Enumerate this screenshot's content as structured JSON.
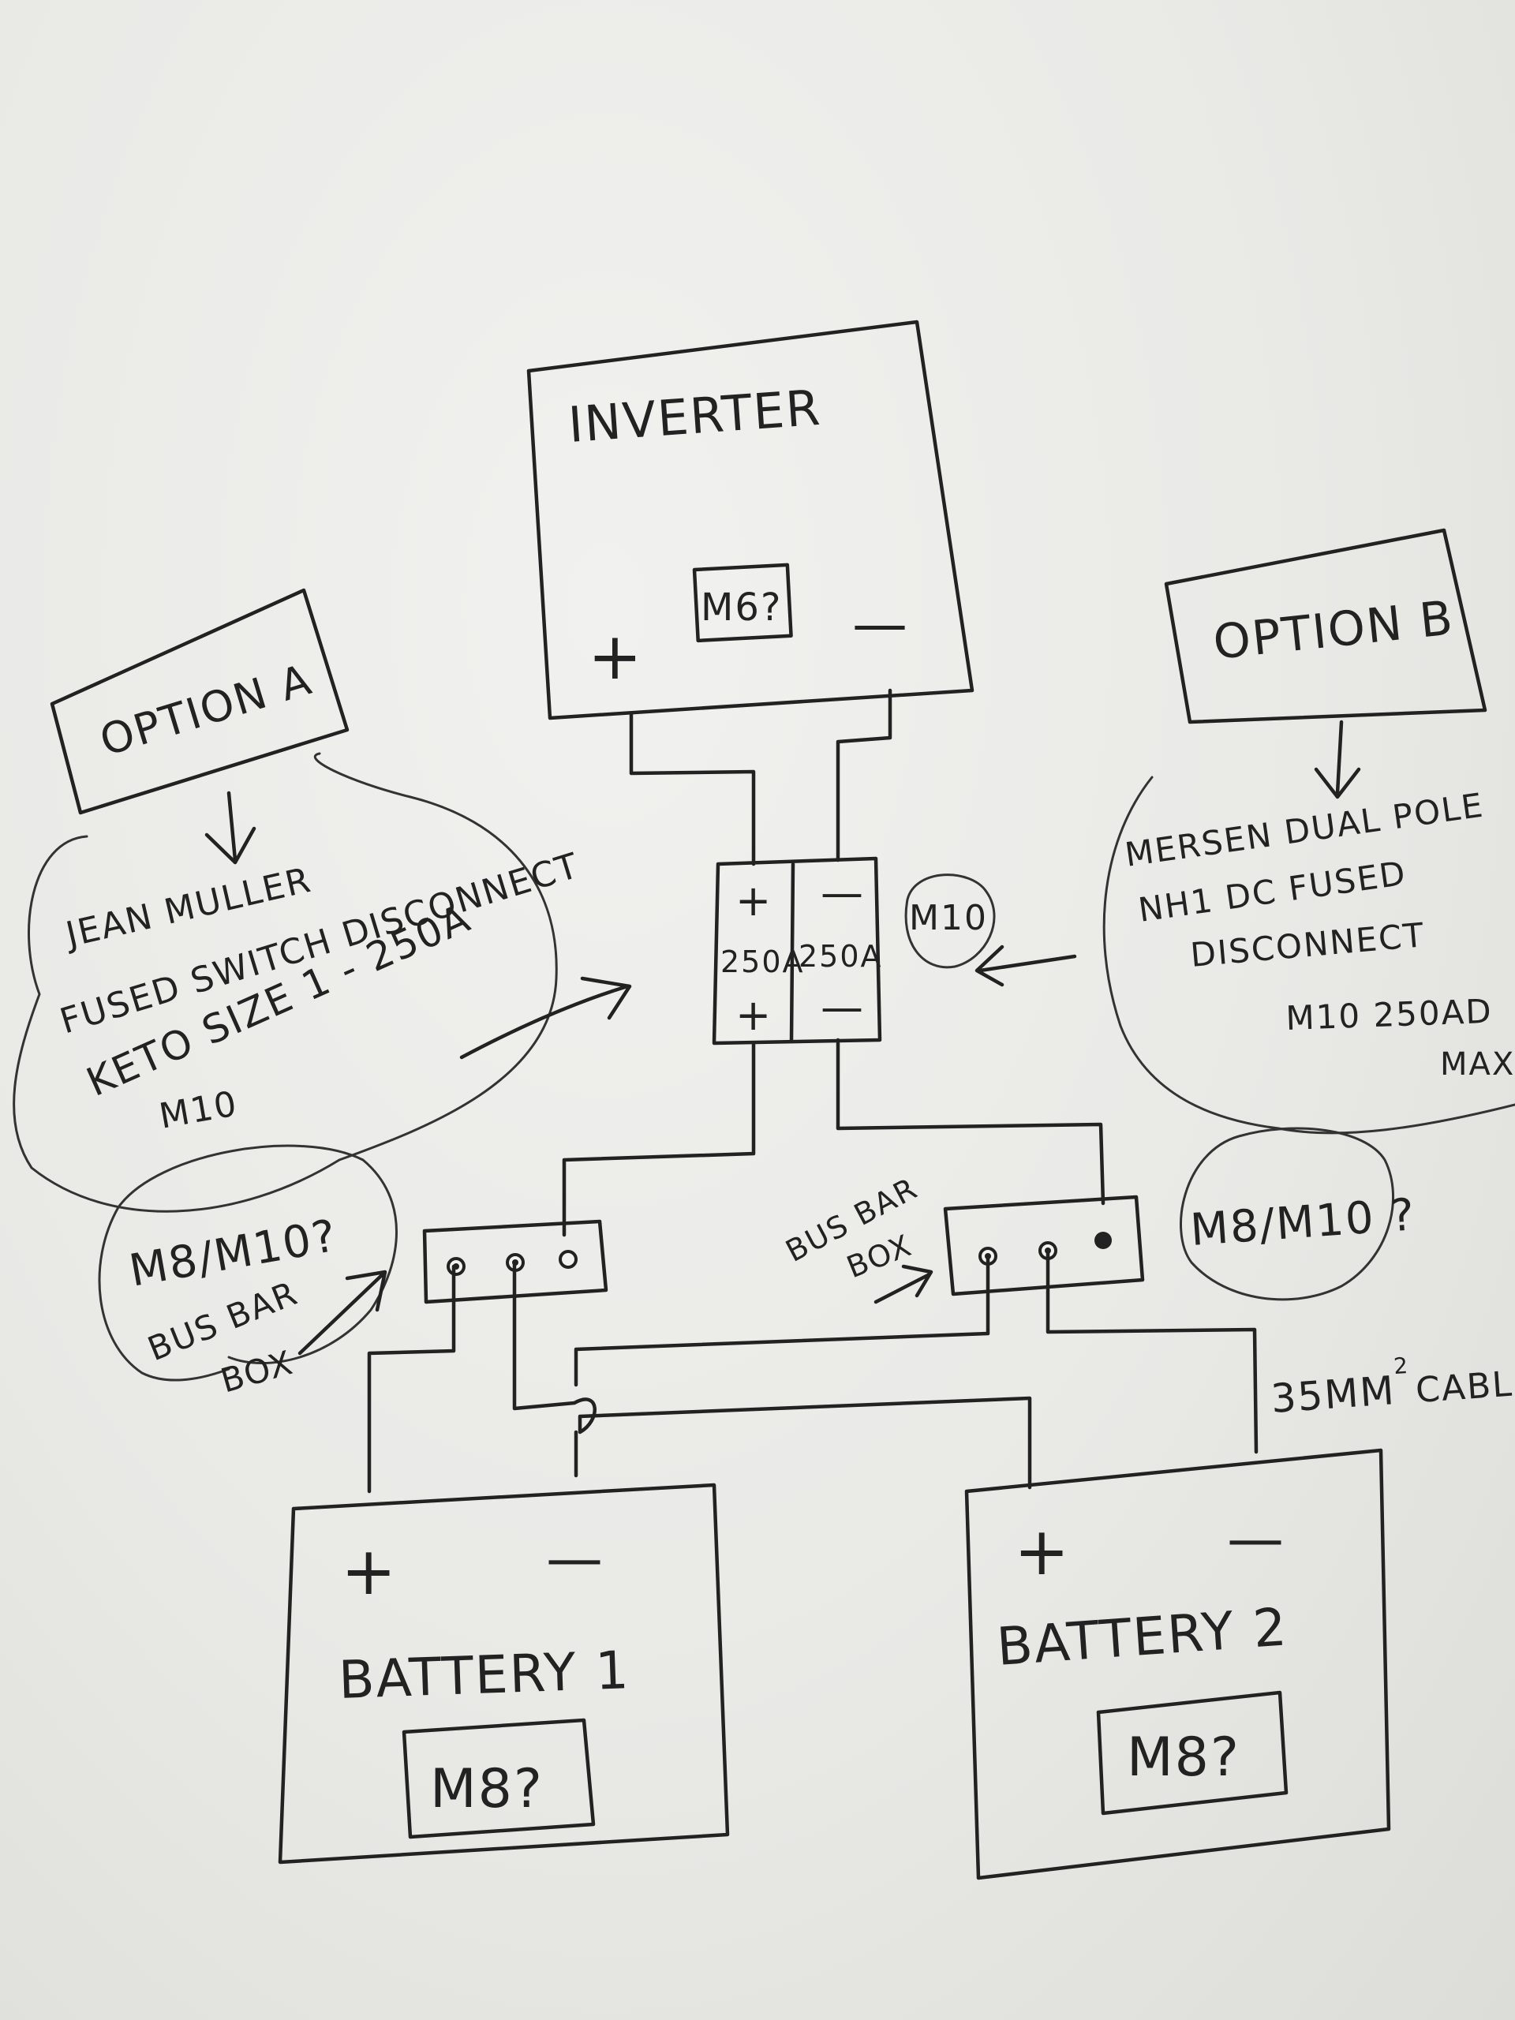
{
  "inverter": {
    "label": "INVERTER",
    "bolt": "M6?",
    "plus": "+",
    "minus": "—"
  },
  "option_a": {
    "title": "OPTION A",
    "lines": [
      "JEAN MULLER",
      "FUSED SWITCH DISCONNECT",
      "KETO SIZE 1 - 250A",
      "M10"
    ]
  },
  "option_b": {
    "title": "OPTION B",
    "lines": [
      "MERSEN DUAL POLE",
      "NH1 DC FUSED",
      "DISCONNECT",
      "M10  250AD",
      "MAX"
    ]
  },
  "fuse_unit": {
    "top_plus": "+",
    "top_minus": "—",
    "left_rating": "250A",
    "right_rating": "250A",
    "bottom_plus": "+",
    "bottom_minus": "—",
    "bolt_note": "M10"
  },
  "bus_bar_left": {
    "bolt_note": "M8/M10?",
    "label_line1": "BUS BAR",
    "label_line2": "BOX"
  },
  "bus_bar_right": {
    "bolt_note": "M8/M10 ?",
    "label_line1": "BUS BAR",
    "label_line2": "BOX"
  },
  "cable_note": {
    "text": "35MM",
    "sup": "2",
    "suffix": "CABLE"
  },
  "battery_1": {
    "label": "BATTERY 1",
    "bolt": "M8?",
    "plus": "+",
    "minus": "—"
  },
  "battery_2": {
    "label": "BATTERY 2",
    "bolt": "M8?",
    "plus": "+",
    "minus": "—"
  }
}
